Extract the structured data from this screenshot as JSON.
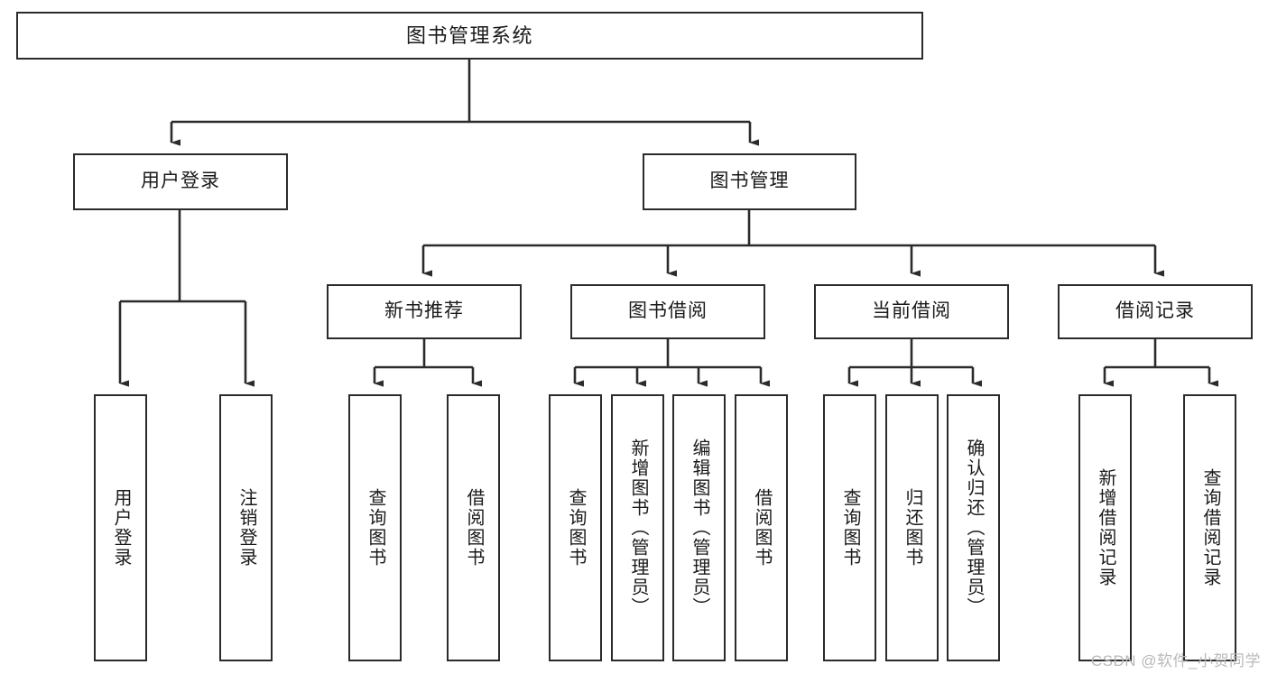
{
  "diagram": {
    "title": "图书管理系统",
    "type": "tree",
    "watermark": "CSDN @软件_小贺同学",
    "colors": {
      "stroke": "#2b2b2b",
      "fill": "#ffffff",
      "text": "#1a1a1a",
      "watermark": "#b9b9b9"
    },
    "nodes": {
      "root": {
        "label": "图书管理系统"
      },
      "level2": [
        {
          "label": "用户登录"
        },
        {
          "label": "图书管理"
        }
      ],
      "level3": [
        {
          "label": "新书推荐"
        },
        {
          "label": "图书借阅"
        },
        {
          "label": "当前借阅"
        },
        {
          "label": "借阅记录"
        }
      ],
      "leaves": {
        "user_login": [
          {
            "label": "用户登录"
          },
          {
            "label": "注销登录"
          }
        ],
        "new_book_rec": [
          {
            "label": "查询图书"
          },
          {
            "label": "借阅图书"
          }
        ],
        "book_borrow": [
          {
            "label": "查询图书"
          },
          {
            "label": "新增图书（管理员）"
          },
          {
            "label": "编辑图书（管理员）"
          },
          {
            "label": "借阅图书"
          }
        ],
        "current_borrow": [
          {
            "label": "查询图书"
          },
          {
            "label": "归还图书"
          },
          {
            "label": "确认归还（管理员）"
          }
        ],
        "borrow_record": [
          {
            "label": "新增借阅记录"
          },
          {
            "label": "查询借阅记录"
          }
        ]
      }
    }
  }
}
